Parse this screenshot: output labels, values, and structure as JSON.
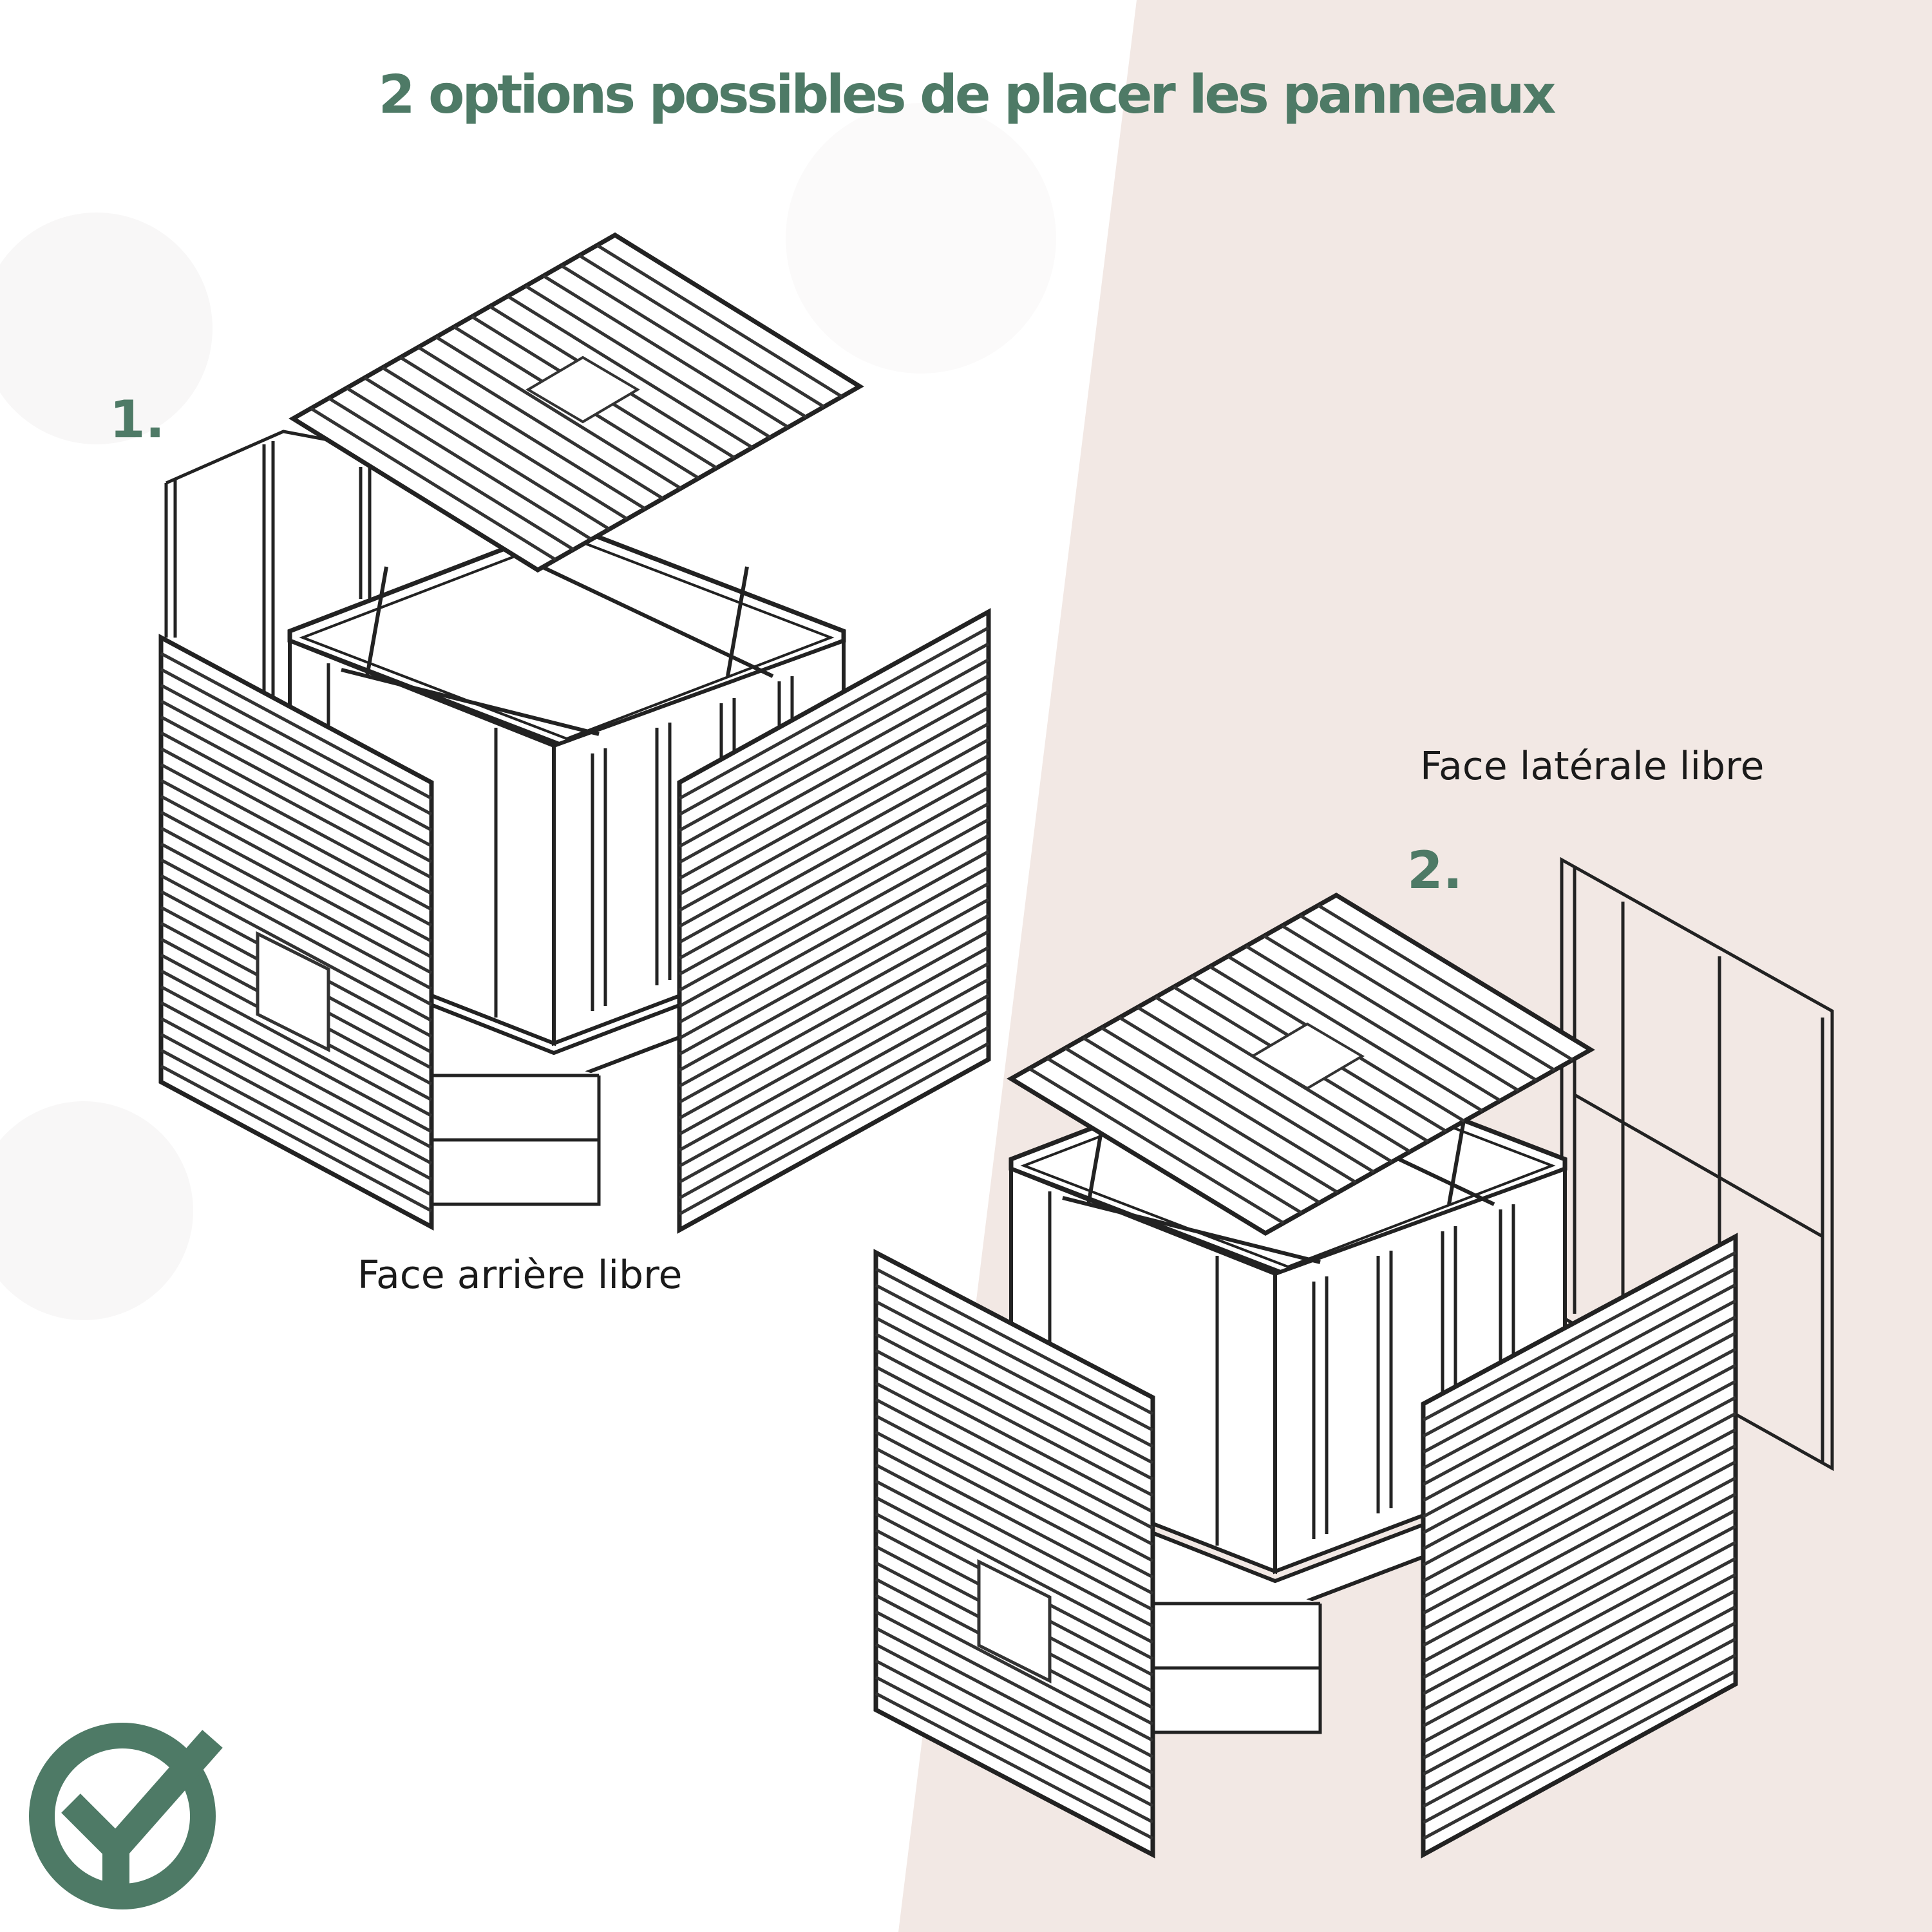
{
  "title": "2 options possibles de placer les panneaux",
  "option1": {
    "number": "1.",
    "caption": "Face arrière libre"
  },
  "option2": {
    "number": "2.",
    "caption": "Face latérale libre"
  },
  "colors": {
    "accent": "#4e7a66",
    "pink_bg": "#f2e8e4",
    "line": "#2a2a2a",
    "white": "#ffffff"
  },
  "logo": {
    "icon": "check-y-logo-icon"
  }
}
